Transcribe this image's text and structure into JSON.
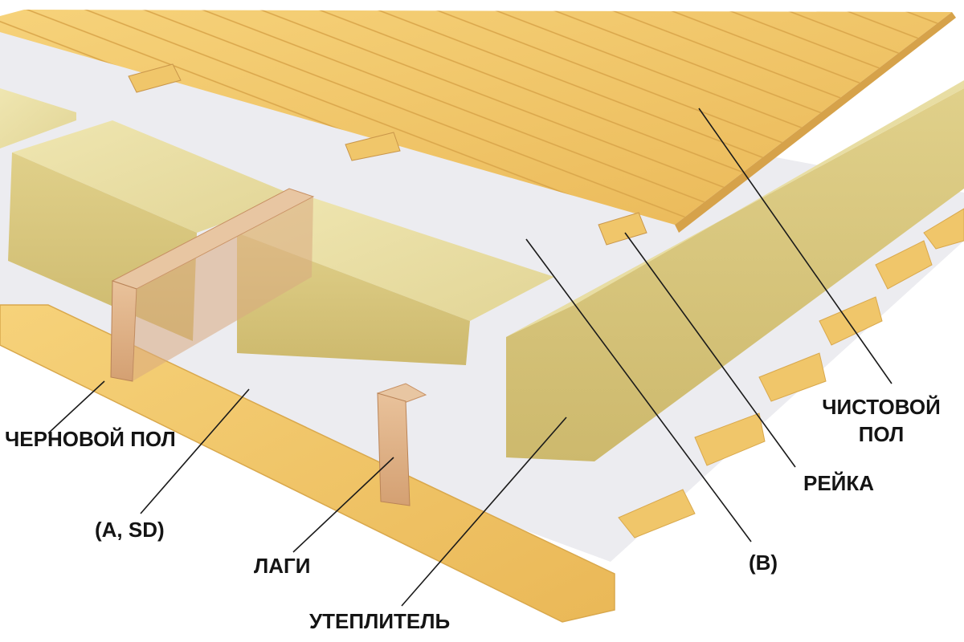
{
  "labels": {
    "finish_floor": {
      "line1": "ЧИСТОВОЙ",
      "line2": "ПОЛ"
    },
    "batten": "РЕЙКА",
    "membrane_b": "(В)",
    "subfloor": "ЧЕРНОВОЙ ПОЛ",
    "membrane_a": "(A, SD)",
    "joists": "ЛАГИ",
    "insulation": "УТЕПЛИТЕЛЬ"
  },
  "colors": {
    "wood": "#f0c66a",
    "wood_dark": "#d9a84c",
    "joist_wood": "#e3b58c",
    "insulation": "#e8dea0",
    "insulation_side": "#d7c77d",
    "membrane": "#ececf0",
    "leader_line": "#1a1a1a"
  }
}
